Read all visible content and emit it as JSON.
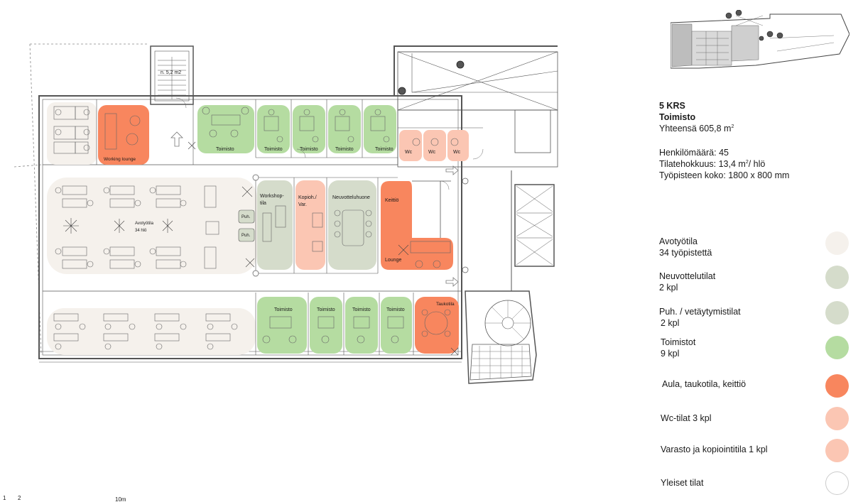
{
  "colors": {
    "open_space": "#f5f1ec",
    "meeting": "#d5dccb",
    "office": "#b5dca1",
    "lounge": "#f8865e",
    "wc": "#fbc6b3",
    "storage": "#fbc6b3",
    "common_stroke": "#c8c8c8",
    "wall": "#555555"
  },
  "plan": {
    "labels": {
      "area_note": "n. 5,2 m2",
      "working_lounge": "Working lounge",
      "office": "Toimisto",
      "wc": "Wc",
      "avotyotila_1": "Avotyötila",
      "avotyotila_2": "34 hlö",
      "puh": "Puh.",
      "workshop_1": "Workshop-",
      "workshop_2": "tila",
      "kopio_1": "Kopioh./",
      "kopio_2": "Var.",
      "neuvotteluhuone": "Neuvotteluhuone",
      "keittio": "Keittiö",
      "lounge": "Lounge",
      "taukotila": "Taukotila"
    },
    "scale": {
      "t1": "1",
      "t2": "2",
      "t3": "10m"
    }
  },
  "info": {
    "floor": "5 KRS",
    "use": "Toimisto",
    "total_prefix": "Yhteensä 605,8 m",
    "total_sup": "2",
    "persons": "Henkilömäärä: 45",
    "efficiency_prefix": "Tilatehokkuus:  13,4 m",
    "efficiency_sup": "2",
    "efficiency_suffix": "/ hlö",
    "workstation": "Työpisteen koko: 1800 x 800 mm"
  },
  "legend": [
    {
      "line1": "Avotyötila",
      "line2": "34 työpistettä",
      "color": "#f5f1ec"
    },
    {
      "line1": "Neuvottelutilat",
      "line2": "2 kpl",
      "color": "#d5dccb"
    },
    {
      "line1": "Puh. / vetäytymistilat",
      "line2": "2 kpl",
      "color": "#d5dccb"
    },
    {
      "line1": "Toimistot",
      "line2": "9 kpl",
      "color": "#b5dca1"
    },
    {
      "line1": "Aula, taukotila, keittiö",
      "line2": "",
      "color": "#f8865e"
    },
    {
      "line1": "Wc-tilat 3 kpl",
      "line2": "",
      "color": "#fbc6b3"
    },
    {
      "line1": "Varasto ja kopiointitila 1 kpl",
      "line2": "",
      "color": "#fbc6b3"
    },
    {
      "line1": "Yleiset tilat",
      "line2": "",
      "color": "#ffffff"
    }
  ]
}
